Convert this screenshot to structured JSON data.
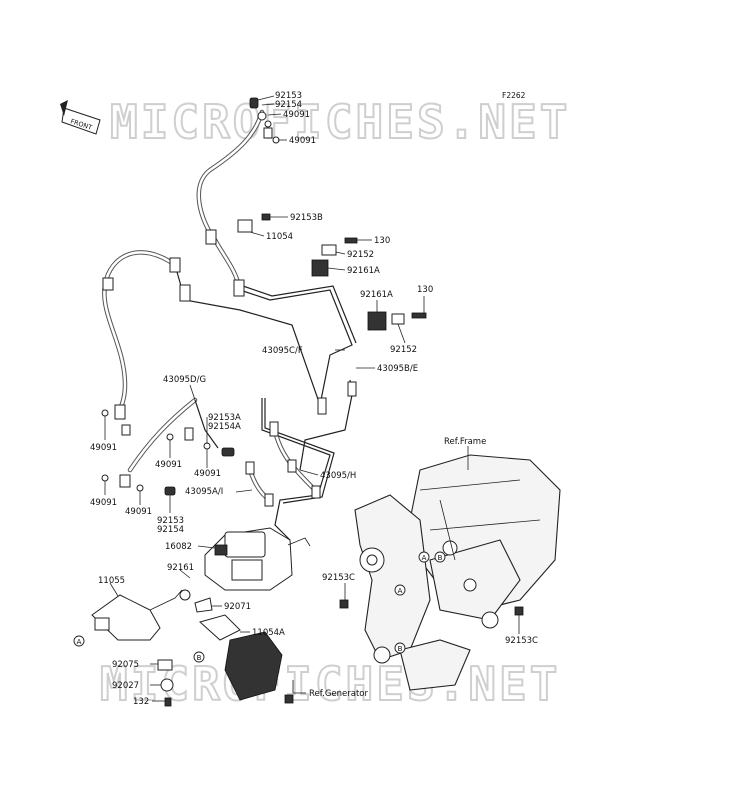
{
  "diagram": {
    "code": "F2262",
    "front_label": "FRONT",
    "watermark_top": "MICROFICHES.NET",
    "watermark_bottom": "MICROFICHES.NET",
    "labels": {
      "p92153_top": "92153",
      "p92154_top": "92154",
      "p49091_a": "49091",
      "p49091_b": "49091",
      "p92153B": "92153B",
      "p11054": "11054",
      "p130_a": "130",
      "p92152_a": "92152",
      "p92161A_a": "92161A",
      "p92161A_b": "92161A",
      "p130_b": "130",
      "p92152_b": "92152",
      "p43095CF": "43095C/F",
      "p43095BE": "43095B/E",
      "p43095DG": "43095D/G",
      "p92153A": "92153A",
      "p92154A": "92154A",
      "p49091_c": "49091",
      "p49091_d": "49091",
      "p49091_e": "49091",
      "p49091_f": "49091",
      "p49091_g": "49091",
      "p43095H": "43095/H",
      "p43095AI": "43095A/I",
      "p92153_mid": "92153",
      "p92154_mid": "92154",
      "p16082": "16082",
      "p92161": "92161",
      "p11055": "11055",
      "p92071": "92071",
      "p11054A": "11054A",
      "p92075": "92075",
      "p92027": "92027",
      "p132": "132",
      "ref_frame": "Ref.Frame",
      "ref_generator": "Ref.Generator",
      "p92153C_a": "92153C",
      "p92153C_b": "92153C"
    },
    "callouts": {
      "a1": "A",
      "b1": "B",
      "a2": "A",
      "b2": "B",
      "a3": "A",
      "b3": "B"
    }
  }
}
